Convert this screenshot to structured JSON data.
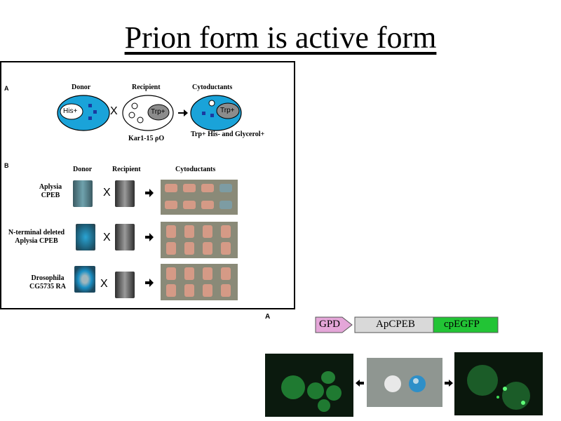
{
  "title": "Prion form is active form",
  "panel_a": {
    "letter": "A",
    "donor": "Donor",
    "recipient": "Recipient",
    "cytoductants": "Cytoductants",
    "his_plus": "His+",
    "trp_plus": "Trp+",
    "cross": "X",
    "strain": "Kar1-15 ρO",
    "result": "Trp+ His- and Glycerol+"
  },
  "panel_b": {
    "letter": "B",
    "headers": [
      "Donor",
      "Recipient",
      "Cytoductants"
    ],
    "rows": [
      {
        "label_line1": "Aplysia",
        "label_line2": "CPEB",
        "cross": "X"
      },
      {
        "label_line1": "N-terminal deleted",
        "label_line2": "Aplysia CPEB",
        "cross": "X"
      },
      {
        "label_line1": "Drosophila",
        "label_line2": "CG5735 RA",
        "cross": "X"
      }
    ]
  },
  "bottom": {
    "letter": "A",
    "construct": [
      "GPD",
      "ApCPEB",
      "cpEGFP"
    ],
    "colors": {
      "gpd": "#e4a6d8",
      "apcpeb": "#d9d9d9",
      "cpegfp": "#22c435"
    }
  }
}
